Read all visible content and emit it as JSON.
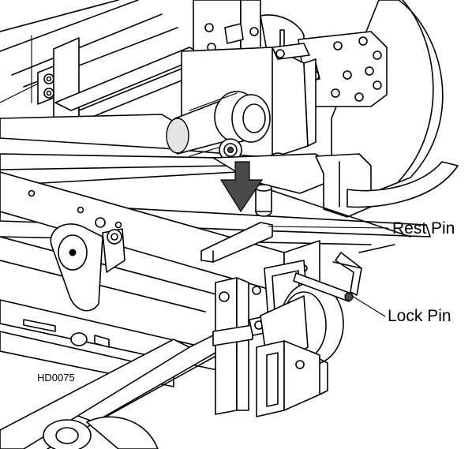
{
  "callouts": {
    "rest_pin": "Rest Pin",
    "lock_pin": "Lock Pin"
  },
  "figure_id": "HD0075",
  "colors": {
    "line": "#000000",
    "background": "#ffffff",
    "arrow": "#4a4a4a"
  }
}
